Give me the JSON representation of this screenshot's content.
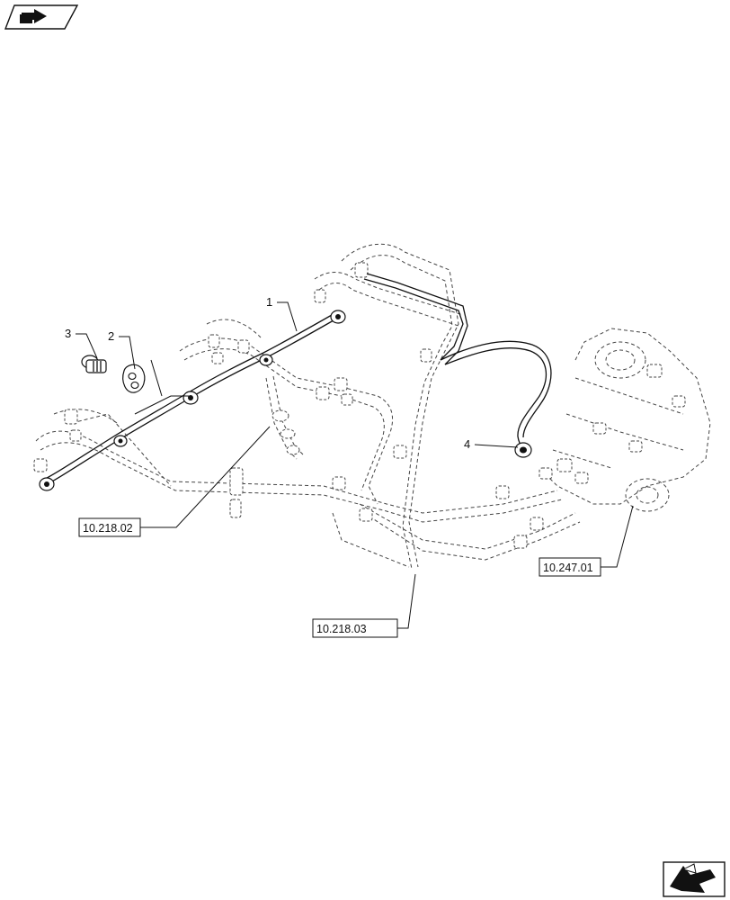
{
  "icons": {
    "top_nav": "book-arrow-icon",
    "bottom_nav": "next-page-arrow-icon"
  },
  "callouts": {
    "part_1": "1",
    "part_2": "2",
    "part_3": "3",
    "part_4": "4"
  },
  "references": {
    "injector": "10.218.02",
    "pipes": "10.218.03",
    "pump": "10.247.01"
  }
}
